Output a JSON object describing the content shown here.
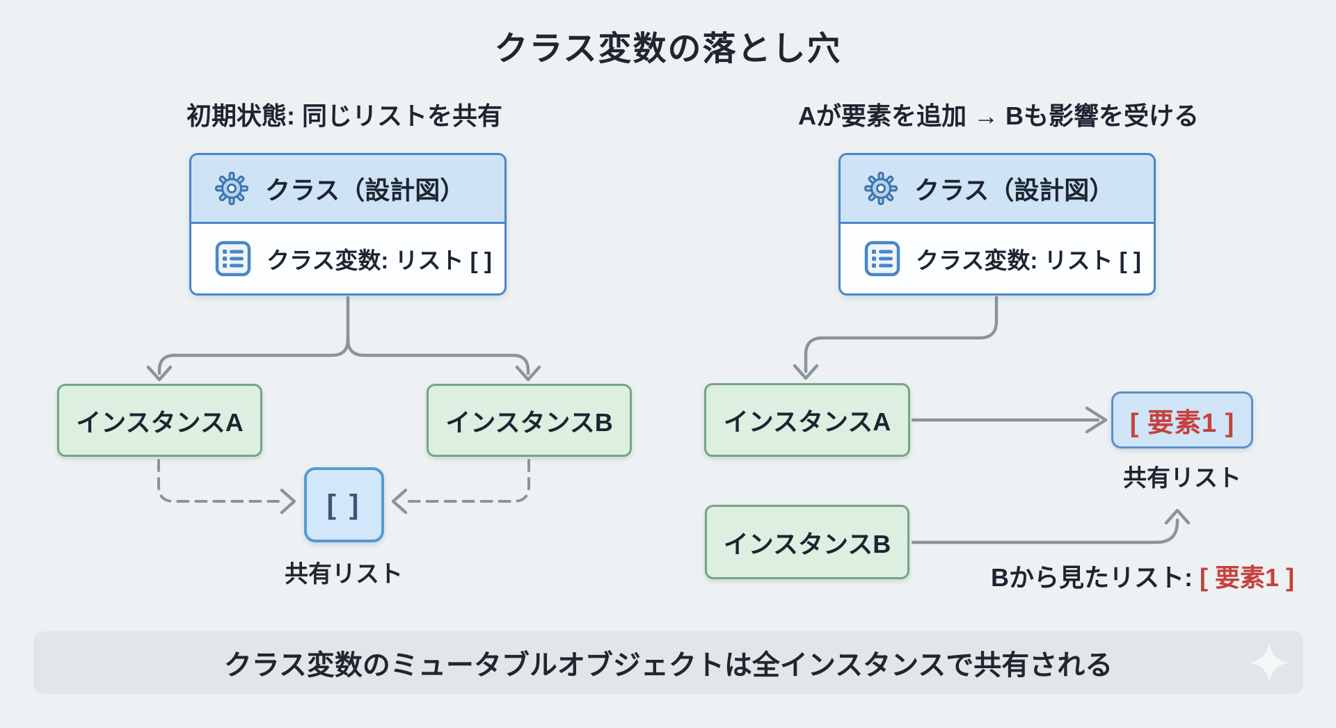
{
  "title": "クラス変数の落とし穴",
  "panels": {
    "left": {
      "subtitle": "初期状態: 同じリストを共有",
      "class_box": {
        "header_icon": "gear-icon",
        "header_label": "クラス（設計図）",
        "row_icon": "list-icon",
        "row_label": "クラス変数: リスト [ ]"
      },
      "instance_a": "インスタンスA",
      "instance_b": "インスタンスB",
      "shared_list_value": "[ ]",
      "shared_list_label": "共有リスト"
    },
    "right": {
      "subtitle": "Aが要素を追加 → Bも影響を受ける",
      "class_box": {
        "header_icon": "gear-icon",
        "header_label": "クラス（設計図）",
        "row_icon": "list-icon",
        "row_label": "クラス変数: リスト [ ]"
      },
      "instance_a": "インスタンスA",
      "instance_b": "インスタンスB",
      "shared_list_value": "[ 要素1 ]",
      "shared_list_label": "共有リスト",
      "b_view_label": "Bから見たリスト:",
      "b_view_value": "[ 要素1 ]"
    }
  },
  "footer": {
    "text": "クラス変数のミュータブルオブジェクトは全インスタンスで共有される",
    "icon": "sparkle-icon"
  },
  "colors": {
    "background": "#edf1f3",
    "text": "#1d2430",
    "blue_border": "#4a86c2",
    "blue_header_fill": "#cfe3f6",
    "green_fill": "#dcefe1",
    "green_border": "#74a583",
    "shared_list_fill": "#d2e7f9",
    "shared_list_border": "#549ad3",
    "arrow_gray": "#8b939c",
    "alert_red": "#c5413c",
    "banner_fill": "#e2e6e9"
  }
}
